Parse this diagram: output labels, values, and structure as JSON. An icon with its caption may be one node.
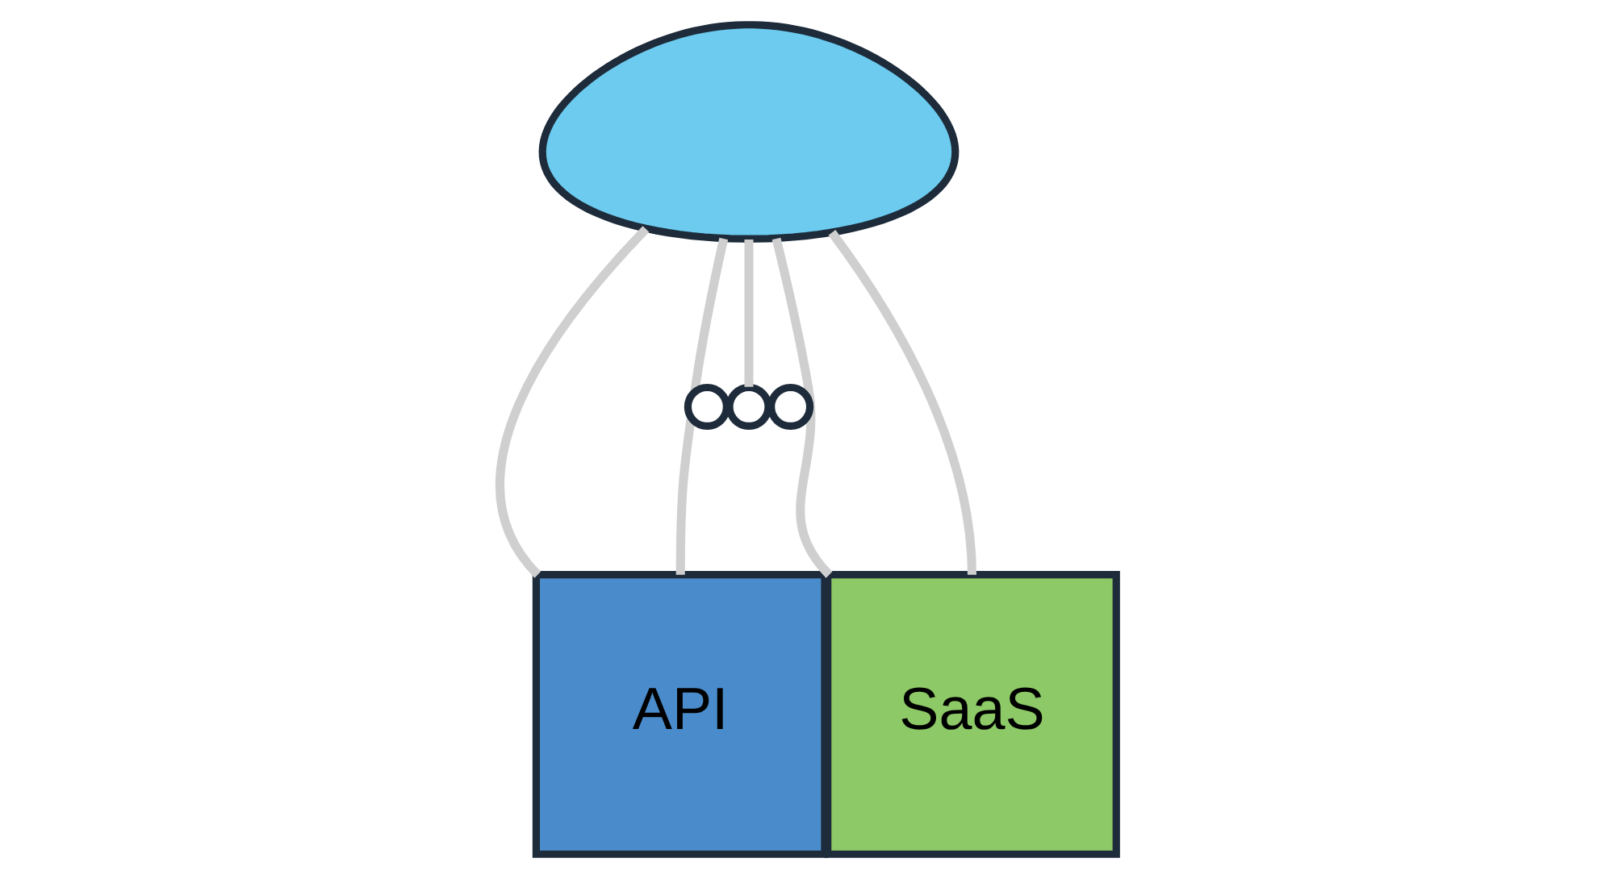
{
  "diagram": {
    "nodes": [
      {
        "text": [],
        "shape": "cloud"
      },
      {
        "text": [],
        "shape": "circle"
      },
      {
        "text": [],
        "shape": "circle"
      },
      {
        "text": [],
        "shape": "circle"
      },
      {
        "text": [
          "API"
        ]
      },
      {
        "text": [
          "SaaS"
        ]
      }
    ],
    "edges": [
      {
        "from": 0,
        "to": 4,
        "arrow": "none"
      },
      {
        "from": 0,
        "to": 4,
        "arrow": "none"
      },
      {
        "from": 0,
        "to": 2,
        "arrow": "none"
      },
      {
        "from": 0,
        "to": 5,
        "arrow": "none"
      },
      {
        "from": 0,
        "to": 5,
        "arrow": "none"
      }
    ]
  }
}
